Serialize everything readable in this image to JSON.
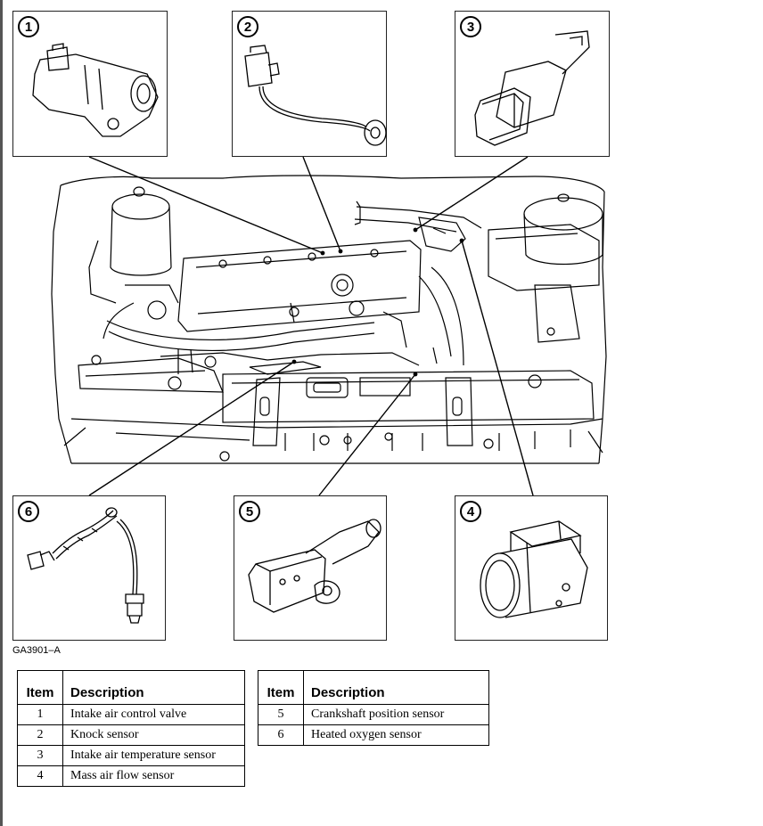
{
  "figure_code": "GA3901–A",
  "callouts": [
    {
      "number": "1",
      "part": "intake-air-control-valve"
    },
    {
      "number": "2",
      "part": "knock-sensor"
    },
    {
      "number": "3",
      "part": "intake-air-temperature-sensor"
    },
    {
      "number": "4",
      "part": "mass-air-flow-sensor"
    },
    {
      "number": "5",
      "part": "crankshaft-position-sensor"
    },
    {
      "number": "6",
      "part": "heated-oxygen-sensor"
    }
  ],
  "legend_left": {
    "headers": {
      "item": "Item",
      "description": "Description"
    },
    "rows": [
      {
        "item": "1",
        "description": "Intake air control valve"
      },
      {
        "item": "2",
        "description": "Knock sensor"
      },
      {
        "item": "3",
        "description": "Intake air temperature sensor"
      },
      {
        "item": "4",
        "description": "Mass air flow sensor"
      }
    ]
  },
  "legend_right": {
    "headers": {
      "item": "Item",
      "description": "Description"
    },
    "rows": [
      {
        "item": "5",
        "description": "Crankshaft position sensor"
      },
      {
        "item": "6",
        "description": "Heated oxygen sensor"
      }
    ]
  }
}
